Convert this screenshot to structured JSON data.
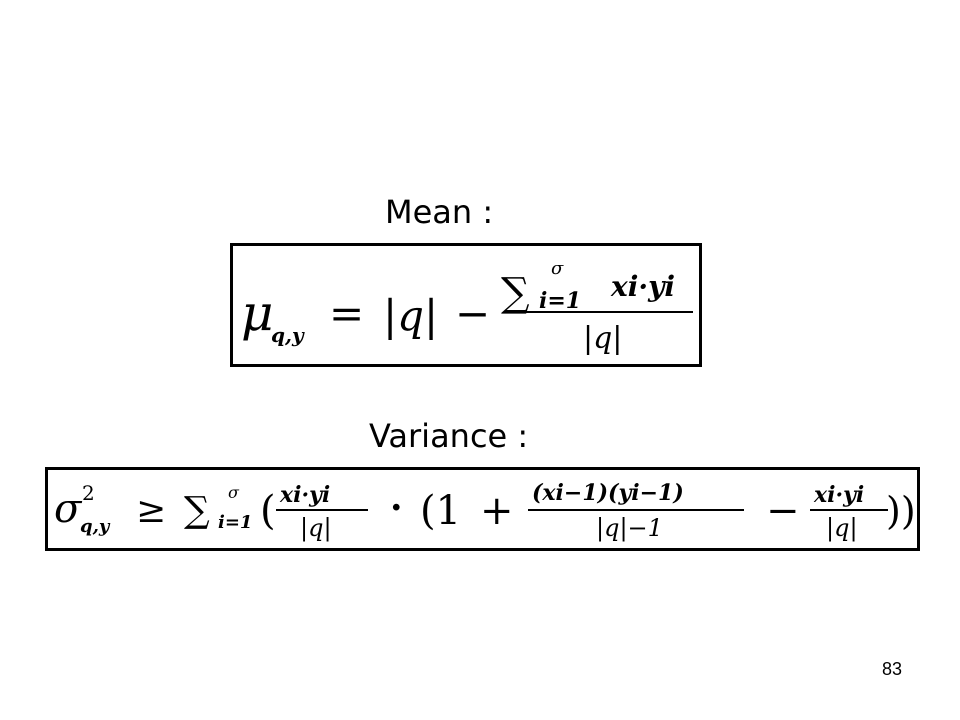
{
  "slide": {
    "mean_label": "Mean :",
    "variance_label": "Variance :",
    "page_number": "83"
  },
  "mean_formula": {
    "mu": "μ",
    "mu_sub": "q,y",
    "eq": "=",
    "abs_q": "|q|",
    "minus": "−",
    "sum": "∑",
    "sum_upper": "σ",
    "sum_lower": "i=1",
    "numerator": "xi·yi",
    "denominator": "|q|"
  },
  "variance_formula": {
    "sigma": "σ",
    "sigma_sup": "2",
    "sigma_sub": "q,y",
    "geq": "≥",
    "sum": "∑",
    "sum_upper": "σ",
    "sum_lower": "i=1",
    "open_paren": "(",
    "frac1_num": "xi·yi",
    "frac1_den": "|q|",
    "dot": "·",
    "open_paren2": "(1",
    "plus": "+",
    "frac2_num": "(xi−1)(yi−1)",
    "frac2_den": "|q|−1",
    "minus": "−",
    "frac3_num": "xi·yi",
    "frac3_den": "|q|",
    "close_parens": "))"
  }
}
